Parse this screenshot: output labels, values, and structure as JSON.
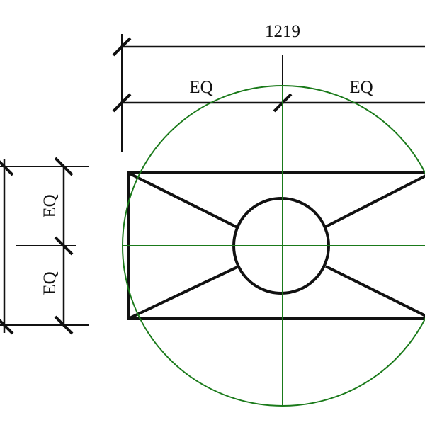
{
  "drawing": {
    "overall_dimension": "1219",
    "top_left_split_label": "EQ",
    "top_right_split_label": "EQ",
    "left_upper_split_label": "EQ",
    "left_lower_split_label": "EQ"
  },
  "colors": {
    "line": "#111111",
    "centerline": "#1a7a1a"
  }
}
